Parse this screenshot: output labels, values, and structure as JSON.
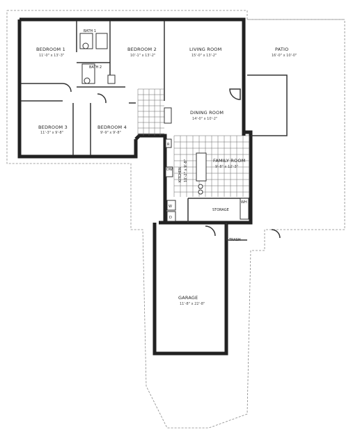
{
  "rooms": {
    "bedroom1": {
      "name": "BEDROOM 1",
      "dims": "11'-0\" x 13'-3\""
    },
    "bedroom2": {
      "name": "BEDROOM 2",
      "dims": "10'-1\" x 13'-2\""
    },
    "bedroom3": {
      "name": "BEDROOM 3",
      "dims": "11'-3\" x 9'-8\""
    },
    "bedroom4": {
      "name": "BEDROOM 4",
      "dims": "9'-9\" x 9'-8\""
    },
    "bath1": {
      "name": "BATH 1"
    },
    "bath2": {
      "name": "BATH 2"
    },
    "living": {
      "name": "LIVING ROOM",
      "dims": "15'-0\" x 13'-2\""
    },
    "dining": {
      "name": "DINING ROOM",
      "dims": "14'-0\" x 10'-2\""
    },
    "patio": {
      "name": "PATIO",
      "dims": "16'-0\" x 10'-0\""
    },
    "family": {
      "name": "FAMILY ROOM",
      "dims": "9'-8\" x 12'-3\""
    },
    "kitchen": {
      "name": "KITCHEN",
      "dims": "10'-2\" x 9'-8\""
    },
    "storage": {
      "name": "STORAGE"
    },
    "trash": {
      "name": "TRASH"
    },
    "garage": {
      "name": "GARAGE",
      "dims": "11'-8\" x 22'-8\""
    }
  },
  "appliances": {
    "dishwasher": "DW",
    "refrigerator": "R",
    "washer": "W",
    "dryer": "D",
    "water_heater": "WH"
  }
}
